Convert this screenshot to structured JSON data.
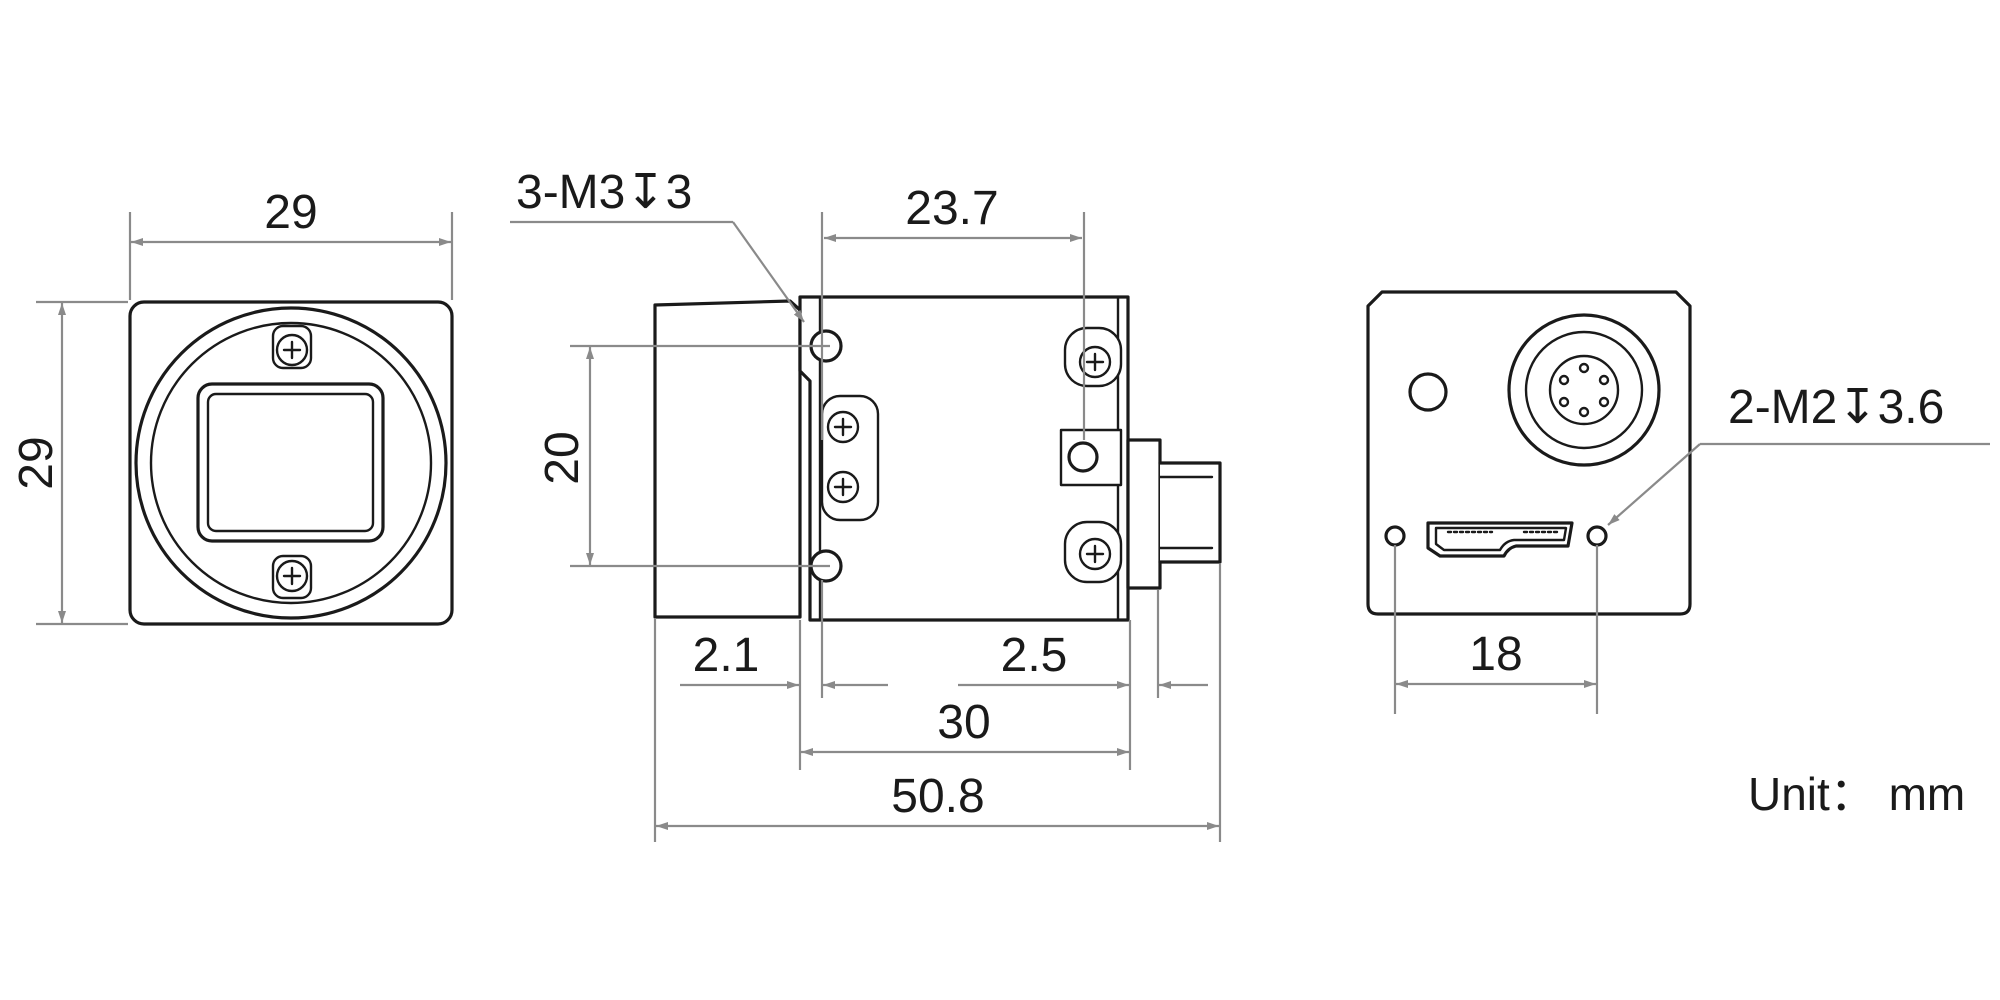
{
  "front_view": {
    "width_label": "29",
    "height_label": "29"
  },
  "side_view": {
    "mount_hole_callout": "3-M3↧3",
    "hole_spacing_label": "23.7",
    "vertical_hole_label": "20",
    "front_offset_label": "2.1",
    "rear_offset_label": "2.5",
    "body_length_label": "30",
    "total_length_label": "50.8"
  },
  "rear_view": {
    "rear_hole_callout": "2-M2↧3.6",
    "hole_spacing_label": "18"
  },
  "unit_label": "Unit： mm"
}
